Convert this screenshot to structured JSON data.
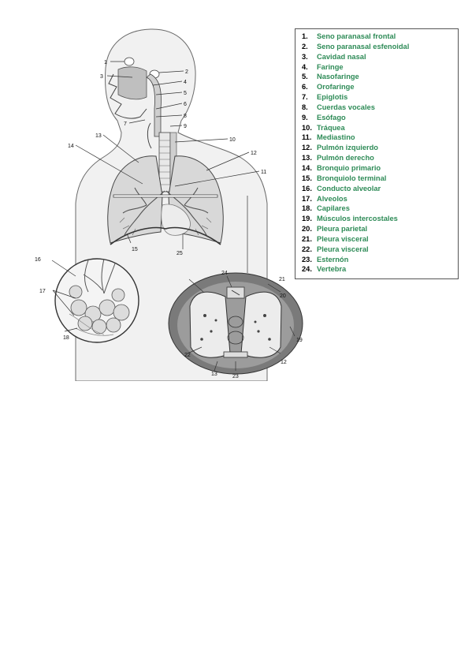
{
  "legend": {
    "items": [
      {
        "num": "1.",
        "label": "Seno paranasal frontal"
      },
      {
        "num": "2.",
        "label": "Seno paranasal esfenoidal"
      },
      {
        "num": "3.",
        "label": "Cavidad nasal"
      },
      {
        "num": "4.",
        "label": "Faringe"
      },
      {
        "num": "5.",
        "label": "Nasofaringe"
      },
      {
        "num": "6.",
        "label": "Orofaringe"
      },
      {
        "num": "7.",
        "label": "Epiglotis"
      },
      {
        "num": "8.",
        "label": "Cuerdas vocales"
      },
      {
        "num": "9.",
        "label": "Esófago"
      },
      {
        "num": "10.",
        "label": "Tráquea"
      },
      {
        "num": "11.",
        "label": "Mediastino"
      },
      {
        "num": "12.",
        "label": "Pulmón izquierdo"
      },
      {
        "num": "13.",
        "label": "Pulmón derecho"
      },
      {
        "num": "14.",
        "label": "Bronquio primario"
      },
      {
        "num": "15.",
        "label": "Bronquiolo terminal"
      },
      {
        "num": "16.",
        "label": "Conducto alveolar"
      },
      {
        "num": "17.",
        "label": "Alveolos"
      },
      {
        "num": "18.",
        "label": "Capilares"
      },
      {
        "num": "19.",
        "label": "Músculos intercostales"
      },
      {
        "num": "20.",
        "label": "Pleura parietal"
      },
      {
        "num": "21.",
        "label": "Pleura visceral"
      },
      {
        "num": "22.",
        "label": "Pleura visceral"
      },
      {
        "num": "23.",
        "label": "Esternón"
      },
      {
        "num": "24.",
        "label": "Vertebra"
      }
    ]
  },
  "diagram": {
    "labels": {
      "l1": "1",
      "l2": "2",
      "l3": "3",
      "l4": "4",
      "l5": "5",
      "l6": "6",
      "l7": "7",
      "l8": "8",
      "l9": "9",
      "l10": "10",
      "l11": "11",
      "l12": "12",
      "l13": "13",
      "l14": "14",
      "l15": "15",
      "l25": "25",
      "l16": "16",
      "l17": "17",
      "l18": "18",
      "c24": "24",
      "c21": "21",
      "c20": "20",
      "c19": "19",
      "c22": "22",
      "c13": "13",
      "c23": "23",
      "c12": "12"
    }
  }
}
